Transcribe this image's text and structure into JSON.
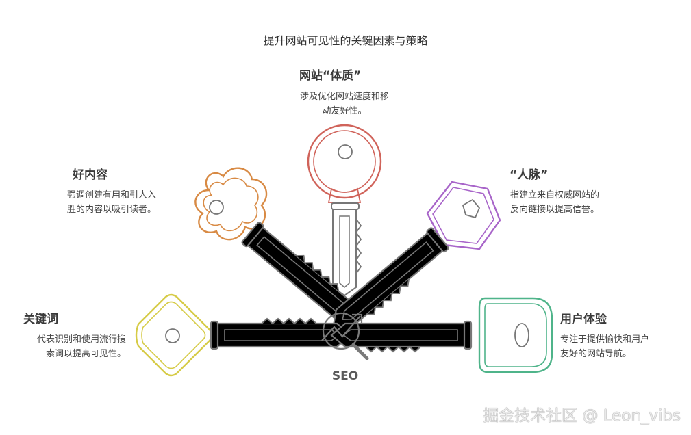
{
  "title": "提升网站可见性的关键因素与策略",
  "center_label": "SEO",
  "watermark": "掘金技术社区 @ Leon_vibs",
  "factors": [
    {
      "heading": "网站“体质”",
      "desc_lines": [
        "涉及优化网站速度和移",
        "动友好性。"
      ],
      "color": "#d0635a"
    },
    {
      "heading": "好内容",
      "desc_lines": [
        "强调创建有用和引人入",
        "胜的内容以吸引读者。"
      ],
      "color": "#d88a44"
    },
    {
      "heading": "“人脉”",
      "desc_lines": [
        "指建立来自权威网站的",
        "反向链接以提高信誉。"
      ],
      "color": "#a865c9"
    },
    {
      "heading": "关键词",
      "desc_lines": [
        "代表识别和使用流行搜",
        "索词以提高可见性。"
      ],
      "color": "#d6cb47"
    },
    {
      "heading": "用户体验",
      "desc_lines": [
        "专注于提供愉快和用户",
        "友好的网站导航。"
      ],
      "color": "#4fb48a"
    }
  ],
  "icons": {
    "center": "seo-chart-magnifier-icon",
    "keys": [
      "key-icon"
    ]
  }
}
